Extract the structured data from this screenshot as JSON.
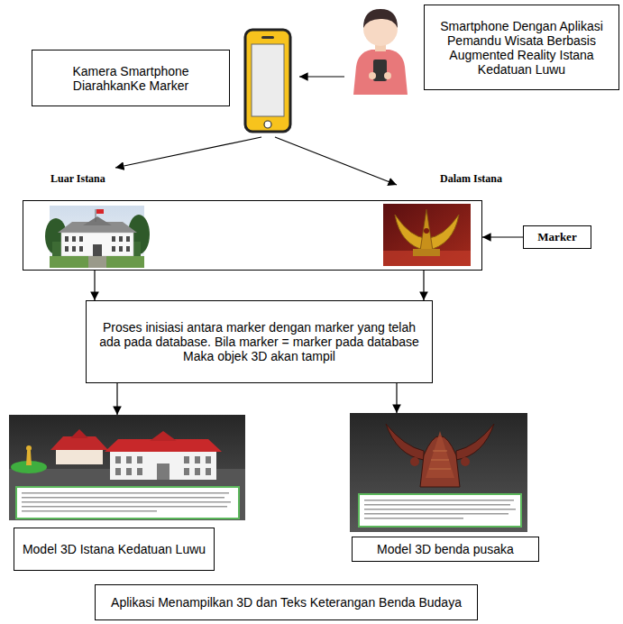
{
  "diagram": {
    "nodes": [
      {
        "text": [
          "Kamera Smartphone DiarahkanKe Marker"
        ]
      },
      {
        "text": [
          "Smartphone Dengan Aplikasi Pemandu Wisata Berbasis Augmented Reality Istana Kedatuan Luwu"
        ]
      },
      {
        "text": [
          "Luar Istana",
          "Dalam Istana"
        ]
      },
      {
        "text": [
          "Marker"
        ]
      },
      {
        "text": [
          "Proses inisiasi antara marker dengan marker yang telah ada pada database. Bila marker = marker pada database Maka objek 3D akan tampil"
        ]
      },
      {
        "text": [
          "Model 3D Istana Kedatuan Luwu"
        ]
      },
      {
        "text": [
          "Model 3D benda pusaka"
        ]
      },
      {
        "text": [
          "Aplikasi Menampilkan 3D dan Teks Keterangan Benda Budaya"
        ]
      }
    ],
    "edges": [
      {
        "from": 3,
        "to": 2,
        "arrow": "to"
      },
      {
        "from": 2,
        "to": 4,
        "arrow": "to"
      },
      {
        "from": 2,
        "to": 4,
        "arrow": "to"
      },
      {
        "from": 4,
        "to": 5,
        "arrow": "to"
      },
      {
        "from": 4,
        "to": 6,
        "arrow": "to"
      }
    ]
  }
}
